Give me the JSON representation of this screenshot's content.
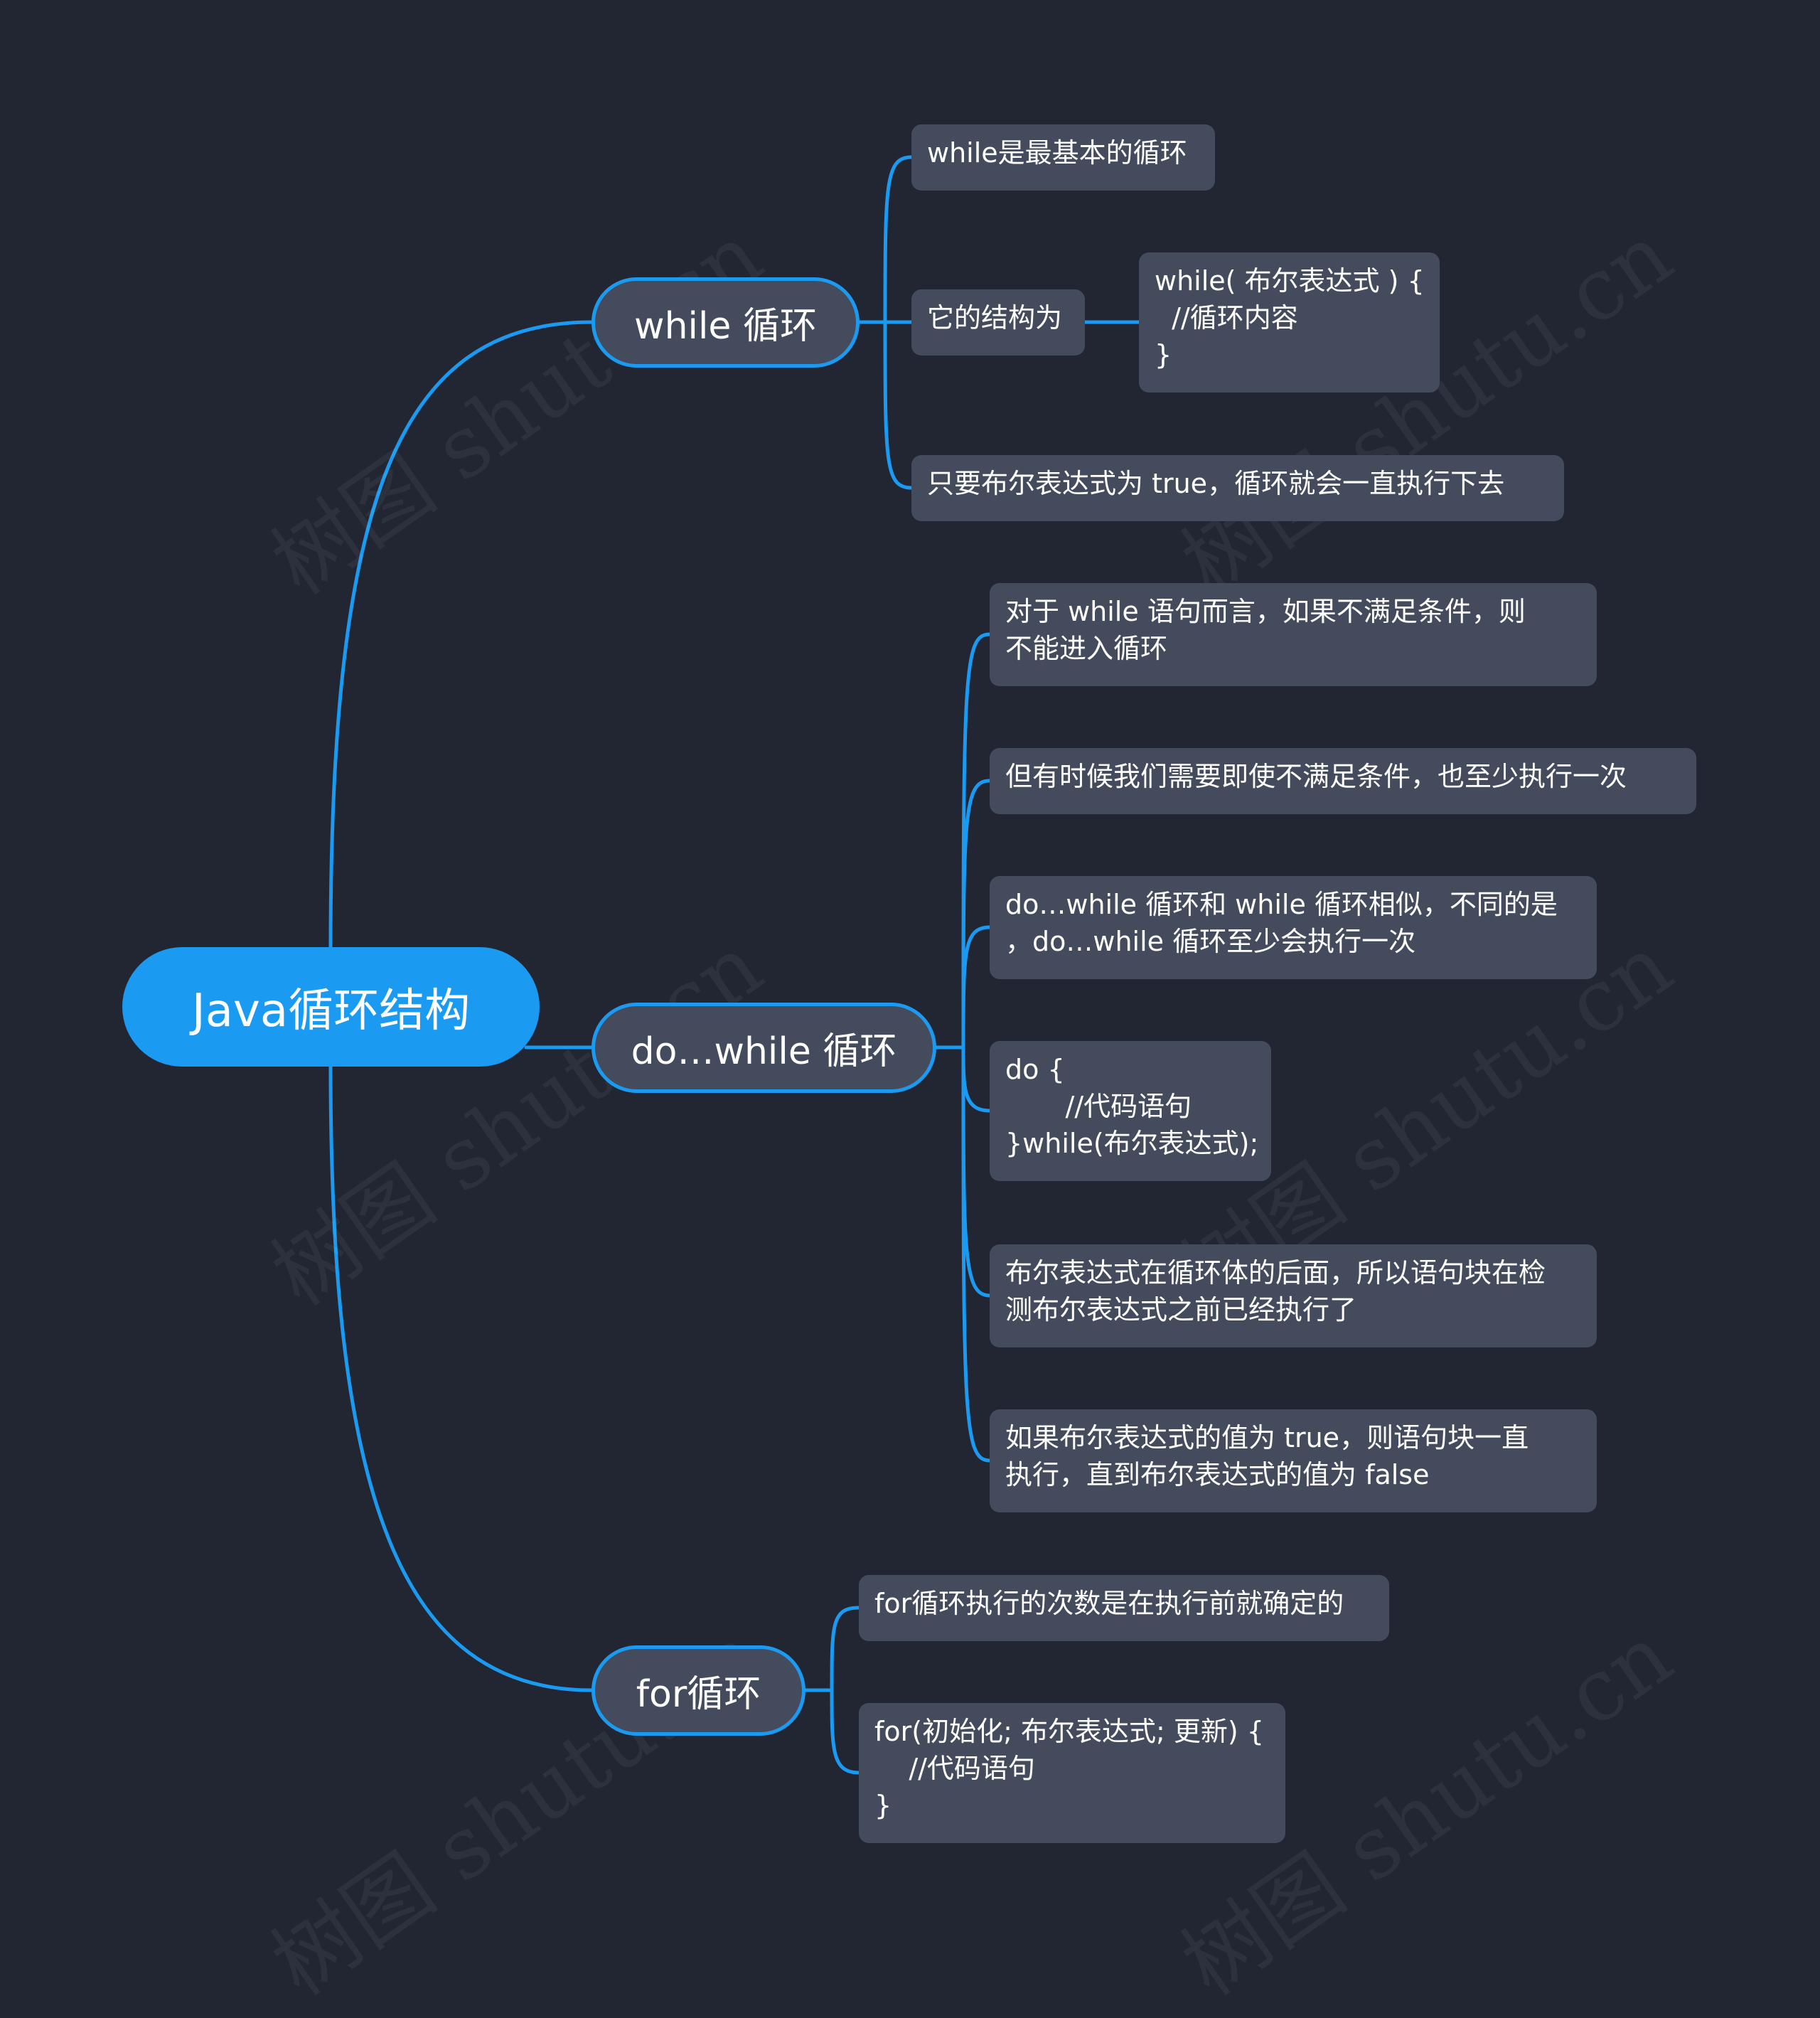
{
  "colors": {
    "background": "#222633",
    "accent": "#1a9af0",
    "node": "#444b5c",
    "text": "#ffffff"
  },
  "watermark": "树图 shutu.cn",
  "root": {
    "label": "Java循环结构"
  },
  "branches": [
    {
      "label": "while 循环",
      "children": [
        {
          "label": "while是最基本的循环"
        },
        {
          "label": "它的结构为",
          "children": [
            {
              "label": "while( 布尔表达式 ) {\n  //循环内容\n}"
            }
          ]
        },
        {
          "label": "只要布尔表达式为 true，循环就会一直执行下去"
        }
      ]
    },
    {
      "label": "do…while 循环",
      "children": [
        {
          "label": "对于 while 语句而言，如果不满足条件，则\n不能进入循环"
        },
        {
          "label": "但有时候我们需要即使不满足条件，也至少执行一次"
        },
        {
          "label": "do…while 循环和 while 循环相似，不同的是\n，do…while 循环至少会执行一次"
        },
        {
          "label": "do {\n       //代码语句\n}while(布尔表达式);"
        },
        {
          "label": "布尔表达式在循环体的后面，所以语句块在检\n测布尔表达式之前已经执行了"
        },
        {
          "label": "如果布尔表达式的值为 true，则语句块一直\n执行，直到布尔表达式的值为 false"
        }
      ]
    },
    {
      "label": "for循环",
      "children": [
        {
          "label": "for循环执行的次数是在执行前就确定的"
        },
        {
          "label": "for(初始化; 布尔表达式; 更新) {\n    //代码语句\n}"
        }
      ]
    }
  ]
}
